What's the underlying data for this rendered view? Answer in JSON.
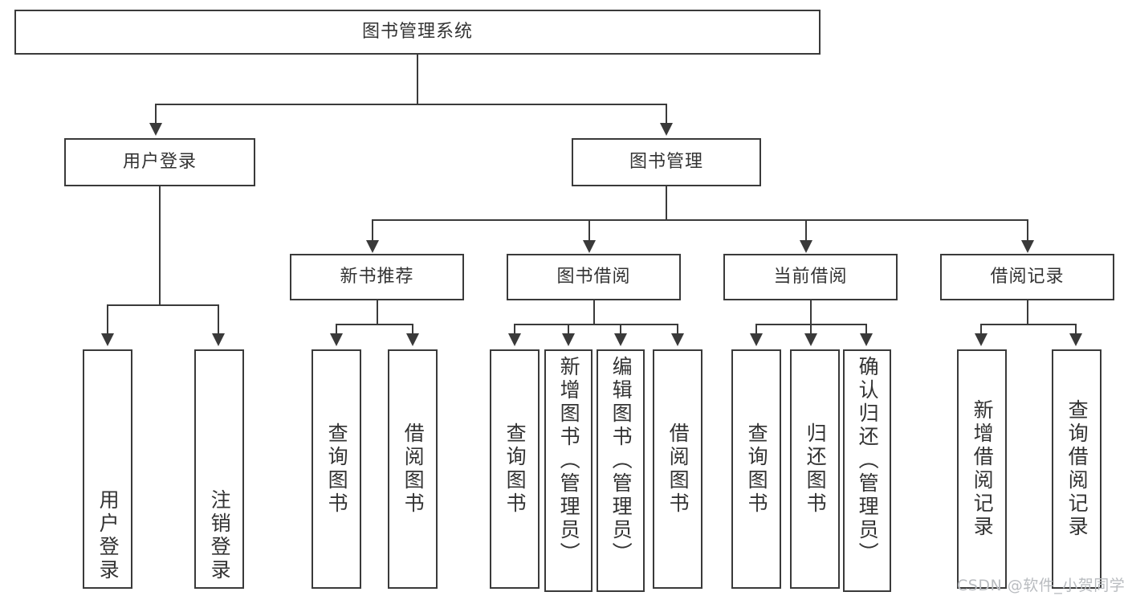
{
  "diagram": {
    "title": "图书管理系统",
    "type": "tree-hierarchy-chart",
    "watermark": "CSDN @软件_小贺同学",
    "colors": {
      "box_border": "#3a3a3a",
      "box_fill": "#ffffff",
      "text": "#333333",
      "connector": "#3a3a3a",
      "watermark": "#b9bcc0",
      "background": "#ffffff"
    },
    "root": {
      "label": "图书管理系统"
    },
    "level2": [
      {
        "label": "用户登录"
      },
      {
        "label": "图书管理"
      }
    ],
    "level3": [
      {
        "label": "新书推荐"
      },
      {
        "label": "图书借阅"
      },
      {
        "label": "当前借阅"
      },
      {
        "label": "借阅记录"
      }
    ],
    "leaves": {
      "user_login": [
        {
          "label": "用户登录"
        },
        {
          "label": "注销登录"
        }
      ],
      "new_book_recommend": [
        {
          "label": "查询图书"
        },
        {
          "label": "借阅图书"
        }
      ],
      "book_borrow": [
        {
          "label": "查询图书"
        },
        {
          "label": "新增图书（管理员）"
        },
        {
          "label": "编辑图书（管理员）"
        },
        {
          "label": "借阅图书"
        }
      ],
      "current_borrow": [
        {
          "label": "查询图书"
        },
        {
          "label": "归还图书"
        },
        {
          "label": "确认归还（管理员）"
        }
      ],
      "borrow_record": [
        {
          "label": "新增借阅记录"
        },
        {
          "label": "查询借阅记录"
        }
      ]
    }
  }
}
